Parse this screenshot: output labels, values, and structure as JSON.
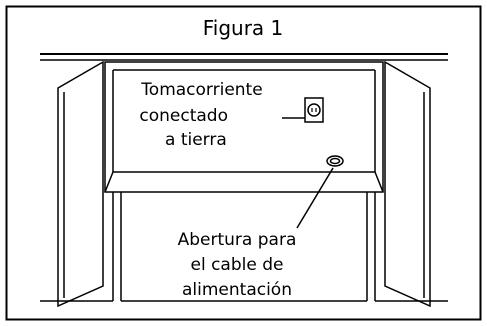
{
  "figure": {
    "title": "Figura 1",
    "callouts": {
      "outlet": {
        "line1": "Tomacorriente",
        "line2": "conectado",
        "line3": "a tierra"
      },
      "opening": {
        "line1": "Abertura para",
        "line2": "el cable de",
        "line3": "alimentación"
      }
    },
    "colors": {
      "line": "#000000",
      "background": "#ffffff"
    }
  }
}
